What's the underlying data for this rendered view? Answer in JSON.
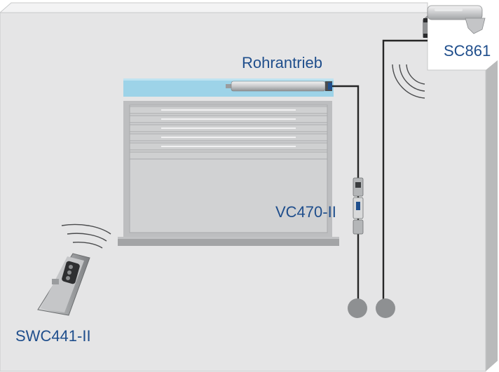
{
  "labels": {
    "motor": "Rohrantrieb",
    "receiver": "SC861",
    "switch": "VC470-II",
    "remote": "SWC441-II"
  },
  "colors": {
    "wall": "#e5e5e6",
    "wall_shadow": "#b9babb",
    "shutter_box": "#9dd3e8",
    "slat": "#d1d2d3",
    "cable": "#262626",
    "label": "#1f4e8c"
  },
  "icons": {
    "motor": "tube-motor-icon",
    "receiver": "wireless-receiver-icon",
    "remote": "handheld-remote-icon",
    "switch": "inline-switch-icon"
  }
}
